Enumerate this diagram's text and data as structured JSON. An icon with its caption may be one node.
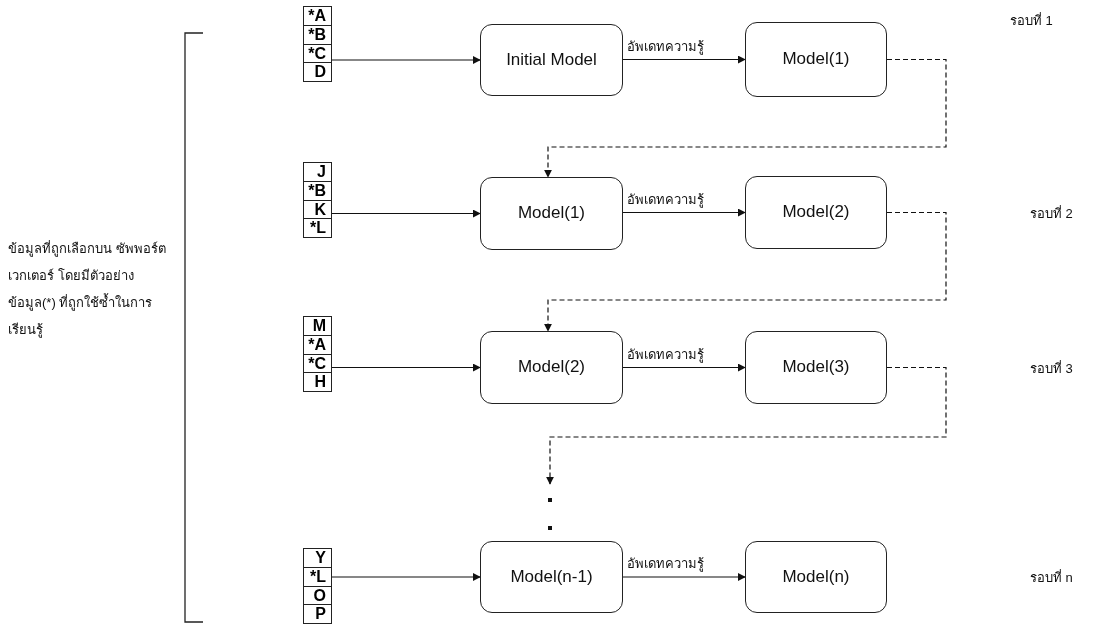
{
  "diagram": {
    "nodes": [
      {
        "text": [
          "*A",
          "*B",
          "*C",
          "D"
        ]
      },
      {
        "text": [
          "Initial Model"
        ]
      },
      {
        "text": [
          "Model(1)"
        ]
      },
      {
        "text": [
          "J",
          "*B",
          "K",
          "*L"
        ]
      },
      {
        "text": [
          "Model(1)"
        ]
      },
      {
        "text": [
          "Model(2)"
        ]
      },
      {
        "text": [
          "M",
          "*A",
          "*C",
          "H"
        ]
      },
      {
        "text": [
          "Model(2)"
        ]
      },
      {
        "text": [
          "Model(3)"
        ]
      },
      {
        "text": [
          "Y",
          "*L",
          "O",
          "P"
        ]
      },
      {
        "text": [
          "Model(n-1)"
        ]
      },
      {
        "text": [
          "Model(n)"
        ]
      }
    ],
    "edges": [
      {
        "from": 0,
        "to": 1,
        "arrow": "to"
      },
      {
        "from": 1,
        "to": 2,
        "arrow": "to",
        "label": "อัพเดทความรู้"
      },
      {
        "from": 2,
        "to": 4,
        "arrow": "to",
        "style": "dashed"
      },
      {
        "from": 3,
        "to": 4,
        "arrow": "to"
      },
      {
        "from": 4,
        "to": 5,
        "arrow": "to",
        "label": "อัพเดทความรู้"
      },
      {
        "from": 5,
        "to": 7,
        "arrow": "to",
        "style": "dashed"
      },
      {
        "from": 6,
        "to": 7,
        "arrow": "to"
      },
      {
        "from": 7,
        "to": 8,
        "arrow": "to",
        "label": "อัพเดทความรู้"
      },
      {
        "from": 8,
        "to": null,
        "arrow": "to",
        "style": "dashed"
      },
      {
        "from": 9,
        "to": 10,
        "arrow": "to"
      },
      {
        "from": 10,
        "to": 11,
        "arrow": "to",
        "label": "อัพเดทความรู้"
      }
    ],
    "labels": [
      "ข้อมูลที่ถูกเลือกบน ซัพพอร์ตเวกเตอร์ โดยมีตัวอย่างข้อมูล(*) ที่ถูกใช้ซ้ำในการเรียนรู้",
      "รอบที่ 1",
      "รอบที่ 2",
      "รอบที่ 3",
      "รอบที่ n"
    ]
  }
}
